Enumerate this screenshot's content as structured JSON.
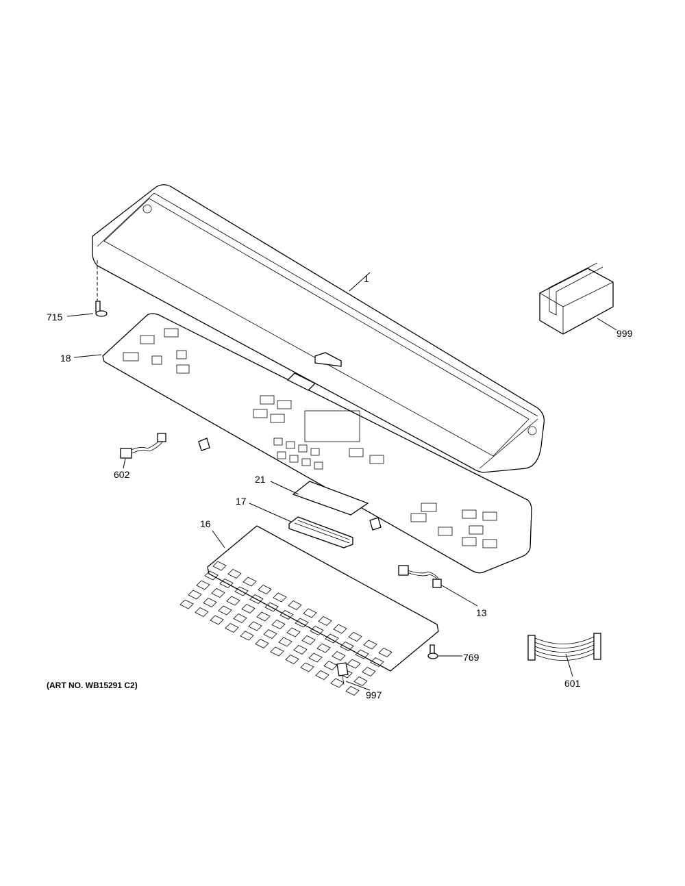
{
  "diagram": {
    "art_number": "(ART NO. WB15291 C2)",
    "parts": [
      {
        "id": "1",
        "label": "1"
      },
      {
        "id": "999",
        "label": "999"
      },
      {
        "id": "715",
        "label": "715"
      },
      {
        "id": "18",
        "label": "18"
      },
      {
        "id": "602",
        "label": "602"
      },
      {
        "id": "21",
        "label": "21"
      },
      {
        "id": "17",
        "label": "17"
      },
      {
        "id": "16",
        "label": "16"
      },
      {
        "id": "13",
        "label": "13"
      },
      {
        "id": "769",
        "label": "769"
      },
      {
        "id": "601",
        "label": "601"
      },
      {
        "id": "997",
        "label": "997"
      }
    ]
  }
}
